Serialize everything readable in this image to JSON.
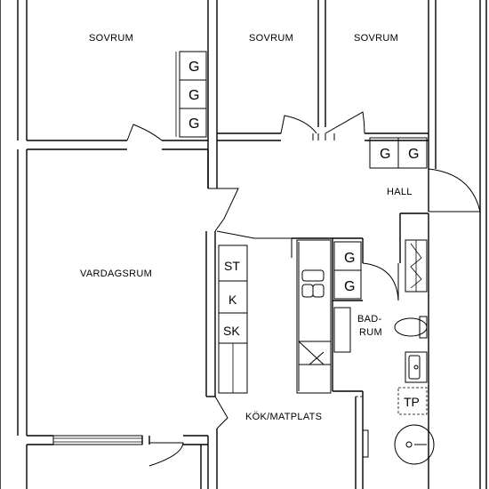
{
  "rooms": {
    "sovrum_1": "SOVRUM",
    "sovrum_2": "SOVRUM",
    "sovrum_3": "SOVRUM",
    "hall": "HALL",
    "vardagsrum": "VARDAGSRUM",
    "kok": "KÖK/MATPLATS",
    "bad_line1": "BAD-",
    "bad_line2": "RUM"
  },
  "wardrobes": {
    "g": "G"
  },
  "kitchen_units": {
    "st": "ST",
    "k": "K",
    "sk": "SK"
  },
  "bathroom": {
    "tp": "TP"
  }
}
